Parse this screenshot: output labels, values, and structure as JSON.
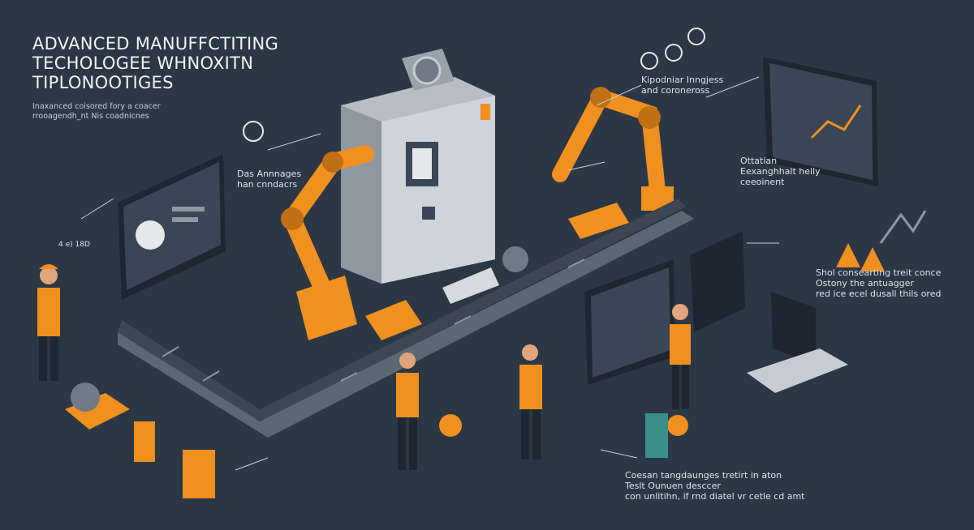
{
  "title": {
    "line1": "ADVANCED MANUFFCTITING",
    "line2": "TECHOLOGEE WHNOXITN",
    "line3": "TIPLONOOTIGES"
  },
  "subtitle": {
    "line1": "Inaxanced coisored fory a coacer",
    "line2": "rrooagendh_nt Nis coadnicnes"
  },
  "captions": {
    "top_left_a": "Das Annnages",
    "top_left_b": "han cnndacrs",
    "top_center_a": "Kipodniar Inngjess",
    "top_center_b": "and coroneross",
    "left_small": "4 e) 18D",
    "right_mid_a": "Ottatian",
    "right_mid_b": "Eexanghhalt helly",
    "right_mid_c": "ceeoinent",
    "right_low_a": "Shol consearting treit conce",
    "right_low_b": "Ostony the antuagger",
    "right_low_c": "red ice ecel dusall thils ored",
    "bottom_a": "Coesan tangdaunges tretirt in aton",
    "bottom_b": "Teslt Ounuen desccer",
    "bottom_c": "con unlitihn, if rnd diatel vr cetle cd amt"
  },
  "colors": {
    "background": "#2b3744",
    "accent_orange": "#f0901e",
    "machine_gray": "#c7ccd3",
    "screen_dark": "#3a4656"
  }
}
